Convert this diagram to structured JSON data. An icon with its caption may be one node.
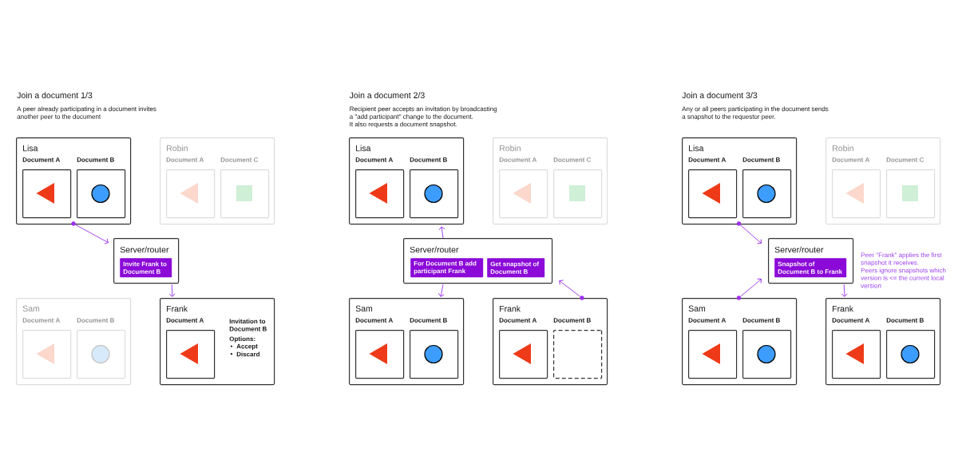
{
  "diagram": {
    "nodes": [
      {
        "text": [
          "Lisa"
        ]
      },
      {
        "text": [
          "Document A"
        ],
        "in": 0
      },
      {
        "text": [
          "Document B"
        ],
        "in": 0
      },
      {
        "text": [],
        "shape": "circle",
        "in": 0
      },
      {
        "text": [
          "Robin"
        ]
      },
      {
        "text": [
          "Document A"
        ],
        "in": 4
      },
      {
        "text": [
          "Document C"
        ],
        "in": 4
      },
      {
        "text": [
          "Server/router"
        ]
      },
      {
        "text": [
          "Invite Frank to Document B"
        ],
        "in": 7
      },
      {
        "text": [
          "Sam"
        ]
      },
      {
        "text": [
          "Document A"
        ],
        "in": 9
      },
      {
        "text": [
          "Document B"
        ],
        "in": 9
      },
      {
        "text": [
          "Frank",
          "Invitation to Document B",
          "Options:",
          "Accept",
          "Discard"
        ]
      },
      {
        "text": [
          "Document A"
        ],
        "in": 12
      },
      {
        "text": [
          "Lisa"
        ]
      },
      {
        "text": [
          "Document A"
        ],
        "in": 14
      },
      {
        "text": [
          "Document B"
        ],
        "in": 14
      },
      {
        "text": [
          "Robin"
        ]
      },
      {
        "text": [
          "Document A"
        ],
        "in": 17
      },
      {
        "text": [
          "Document C"
        ],
        "in": 17
      },
      {
        "text": [
          "Server/router"
        ]
      },
      {
        "text": [
          "For Document B add participant Frank"
        ],
        "in": 20
      },
      {
        "text": [
          "Get snapshot of Document B"
        ],
        "in": 20
      },
      {
        "text": [
          "Sam"
        ]
      },
      {
        "text": [
          "Document A"
        ],
        "in": 23
      },
      {
        "text": [
          "Document B"
        ],
        "in": 23
      },
      {
        "text": [
          "Frank"
        ]
      },
      {
        "text": [],
        "shape": "circle",
        "in": 26
      },
      {
        "text": [
          "Document A"
        ],
        "in": 26
      },
      {
        "text": [
          "Document B"
        ],
        "in": 26
      },
      {
        "text": [
          "Lisa"
        ]
      },
      {
        "text": [
          "Document A"
        ],
        "in": 30
      },
      {
        "text": [
          "Document B"
        ],
        "in": 30
      },
      {
        "text": [],
        "shape": "circle",
        "in": 30
      },
      {
        "text": [
          "Robin"
        ]
      },
      {
        "text": [
          "Document A"
        ],
        "in": 34
      },
      {
        "text": [
          "Document C"
        ],
        "in": 34
      },
      {
        "text": [
          "Server/router"
        ]
      },
      {
        "text": [
          "Snapshot of Document B to Frank"
        ],
        "in": 37
      },
      {
        "text": [
          "Sam"
        ]
      },
      {
        "text": [],
        "shape": "circle",
        "in": 39
      },
      {
        "text": [
          "Document A"
        ],
        "in": 39
      },
      {
        "text": [
          "Document B"
        ],
        "in": 39
      },
      {
        "text": [
          "Frank"
        ]
      },
      {
        "text": [
          "Document A"
        ],
        "in": 43
      },
      {
        "text": [
          "Document B"
        ],
        "in": 43
      }
    ],
    "edges": [
      {
        "from": 3,
        "to": 7,
        "arrow": "to"
      },
      {
        "from": 7,
        "to": 12,
        "arrow": "to"
      },
      {
        "from": 20,
        "to": 14,
        "arrow": "to"
      },
      {
        "from": 20,
        "to": 23,
        "arrow": "to"
      },
      {
        "from": 27,
        "to": 20,
        "arrow": "to"
      },
      {
        "from": 33,
        "to": 37,
        "arrow": "to"
      },
      {
        "from": 40,
        "to": 37,
        "arrow": "to"
      },
      {
        "from": 37,
        "to": 43,
        "arrow": "to"
      }
    ],
    "labels": [
      "Join a document 1/3",
      "A peer already participating in a document invites another peer to the document",
      "Join a document 2/3",
      "Recipient peer accepts an invitation by broadcasting a \"add participant\" change to the document.",
      "It also requests a document snapshot.",
      "Join a document 3/3",
      "Any or all peers participating in the document sends a snapshot to the requestor peer.",
      "Peer \"Frank\" applies the first snapshot it receives.",
      "Peers ignore snapshots which version is <= the current local version"
    ]
  }
}
